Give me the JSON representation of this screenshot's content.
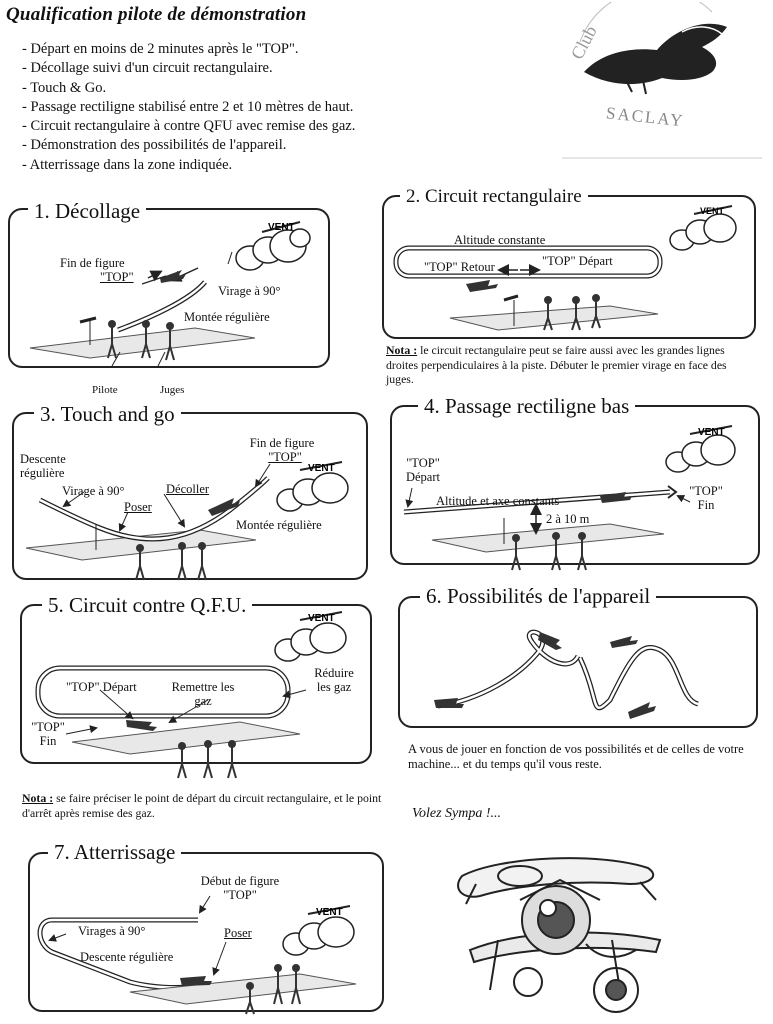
{
  "title": "Qualification pilote de démonstration",
  "rules": [
    "- Départ en moins de 2 minutes après le \"TOP\".",
    "- Décollage suivi d'un circuit rectangulaire.",
    "- Touch & Go.",
    "- Passage rectiligne stabilisé entre 2 et 10 mètres de haut.",
    "- Circuit rectangulaire à contre QFU avec remise des gaz.",
    "- Démonstration des possibilités de l'appareil.",
    "- Atterrissage dans la zone indiquée."
  ],
  "logo": {
    "club": "Club",
    "place": "SACLAY"
  },
  "panels": {
    "p1": {
      "title": "1. Décollage",
      "fin": "Fin de figure",
      "top": "\"TOP\"",
      "virage": "Virage à 90°",
      "montee": "Montée régulière",
      "pilote": "Pilote",
      "juges": "Juges"
    },
    "p2": {
      "title": "2. Circuit rectangulaire",
      "altitude": "Altitude constante",
      "retour": "\"TOP\" Retour",
      "depart": "\"TOP\" Départ"
    },
    "p3": {
      "title": "3. Touch and go",
      "descente": "Descente régulière",
      "virage": "Virage à 90°",
      "poser": "Poser",
      "decoller": "Décoller",
      "fin": "Fin de figure",
      "top": "\"TOP\"",
      "montee": "Montée régulière"
    },
    "p4": {
      "title": "4. Passage rectiligne bas",
      "top_depart": "\"TOP\" Départ",
      "altitude": "Altitude et axe constants",
      "top_fin": "\"TOP\" Fin",
      "hauteur": "2 à 10 m"
    },
    "p5": {
      "title": "5. Circuit contre Q.F.U.",
      "depart": "\"TOP\" Départ",
      "remettre": "Remettre les gaz",
      "reduire": "Réduire les gaz",
      "top_fin": "\"TOP\" Fin"
    },
    "p6": {
      "title": "6. Possibilités de l'appareil"
    },
    "p7": {
      "title": "7. Atterrissage",
      "debut": "Début de figure",
      "top": "\"TOP\"",
      "virages": "Virages à 90°",
      "poser": "Poser",
      "descente": "Descente régulière"
    }
  },
  "notes": {
    "note_key": "Nota :",
    "n2": "le circuit rectangulaire peut se faire aussi avec les grandes lignes droites perpendiculaires à la piste. Débuter le premier virage en face des juges.",
    "n5": "se faire préciser le point de départ du circuit rectangulaire, et le point d'arrêt après remise des gaz.",
    "n6": "A vous de jouer en fonction de vos possibilités et de celles de votre machine... et du temps qu'il vous reste."
  },
  "sign_off": "Volez Sympa !...",
  "cloud_text": "VENT"
}
